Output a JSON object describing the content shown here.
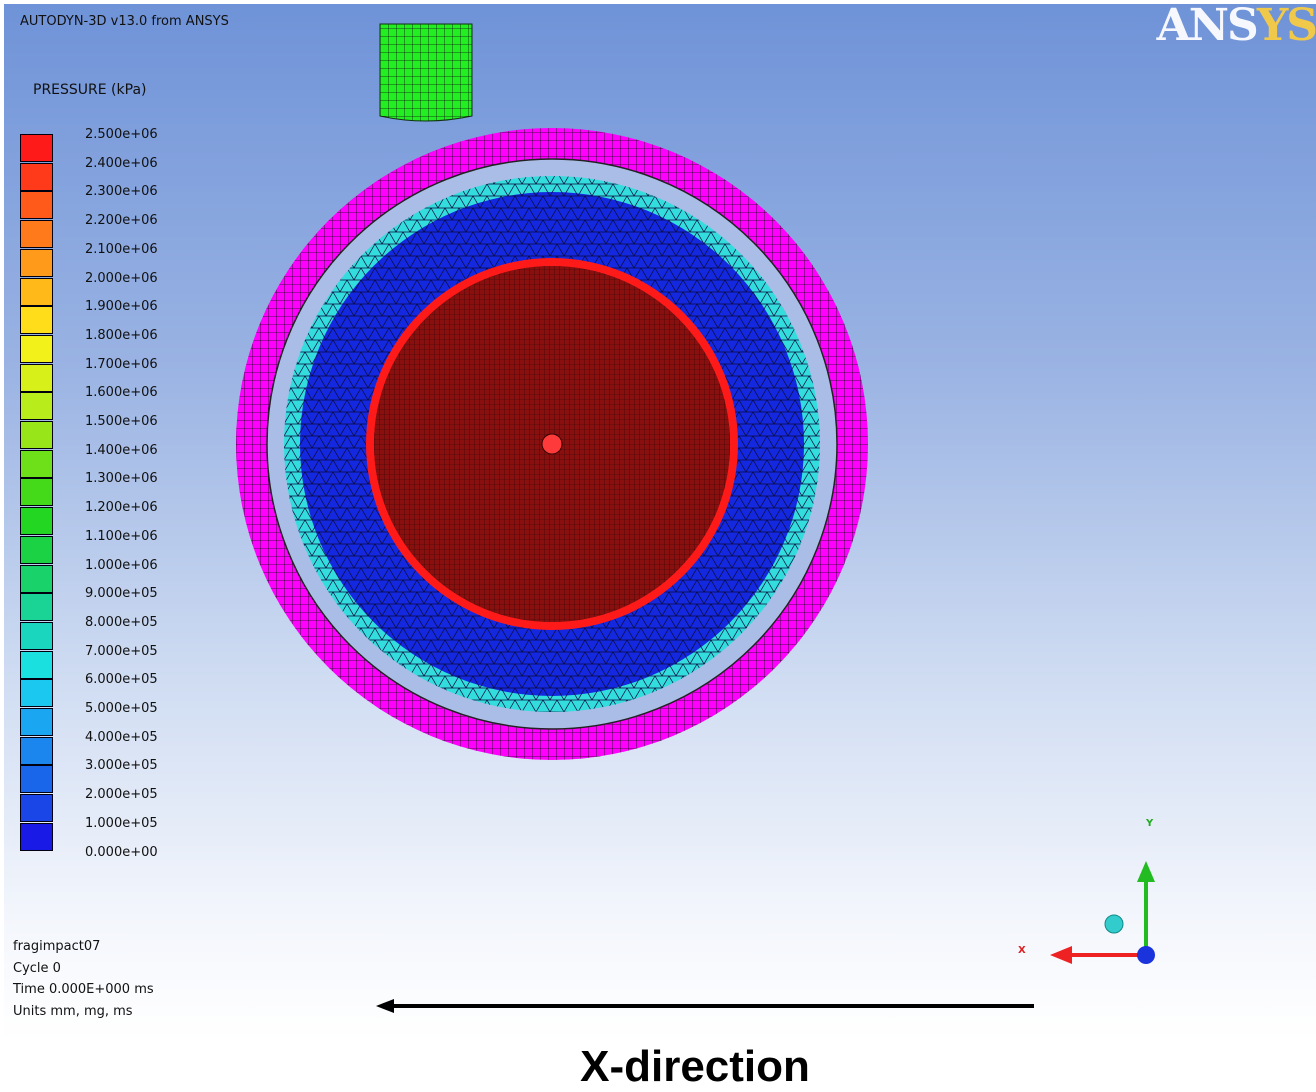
{
  "header": {
    "app_title": "AUTODYN-3D v13.0 from ANSYS",
    "logo_text": "ANSYS"
  },
  "legend": {
    "title": "PRESSURE (kPa)",
    "ticks": [
      "2.500e+06",
      "2.400e+06",
      "2.300e+06",
      "2.200e+06",
      "2.100e+06",
      "2.000e+06",
      "1.900e+06",
      "1.800e+06",
      "1.700e+06",
      "1.600e+06",
      "1.500e+06",
      "1.400e+06",
      "1.300e+06",
      "1.200e+06",
      "1.100e+06",
      "1.000e+06",
      "9.000e+05",
      "8.000e+05",
      "7.000e+05",
      "6.000e+05",
      "5.000e+05",
      "4.000e+05",
      "3.000e+05",
      "2.000e+05",
      "1.000e+05",
      "0.000e+00"
    ],
    "colors": [
      "#ff1a1a",
      "#ff3a1a",
      "#ff5a1a",
      "#ff7a1a",
      "#ff9a1a",
      "#ffba1a",
      "#ffdd1a",
      "#f2f21a",
      "#d8f01a",
      "#b8ec1a",
      "#98e61a",
      "#6ee01a",
      "#44da1a",
      "#22d622",
      "#1ad244",
      "#1ad26a",
      "#1ad496",
      "#1ad6be",
      "#1ae0e0",
      "#1ac8f0",
      "#1aa6f0",
      "#1a86ee",
      "#1a66ea",
      "#1a46e8",
      "#1a1ae6"
    ]
  },
  "model": {
    "colors": {
      "outer_ring": "#ff00ff",
      "teal_ring": "#33dddd",
      "blue_zone": "#1428e0",
      "red_ring": "#ff1a1a",
      "core": "#8a1010",
      "projectile": "#22ee22"
    }
  },
  "info": {
    "name": "fragimpact07",
    "cycle": "Cycle 0",
    "time": "Time 0.000E+000 ms",
    "units": "Units mm, mg, ms"
  },
  "axes": {
    "x_label": "X",
    "y_label": "Y"
  },
  "caption": "X-direction"
}
